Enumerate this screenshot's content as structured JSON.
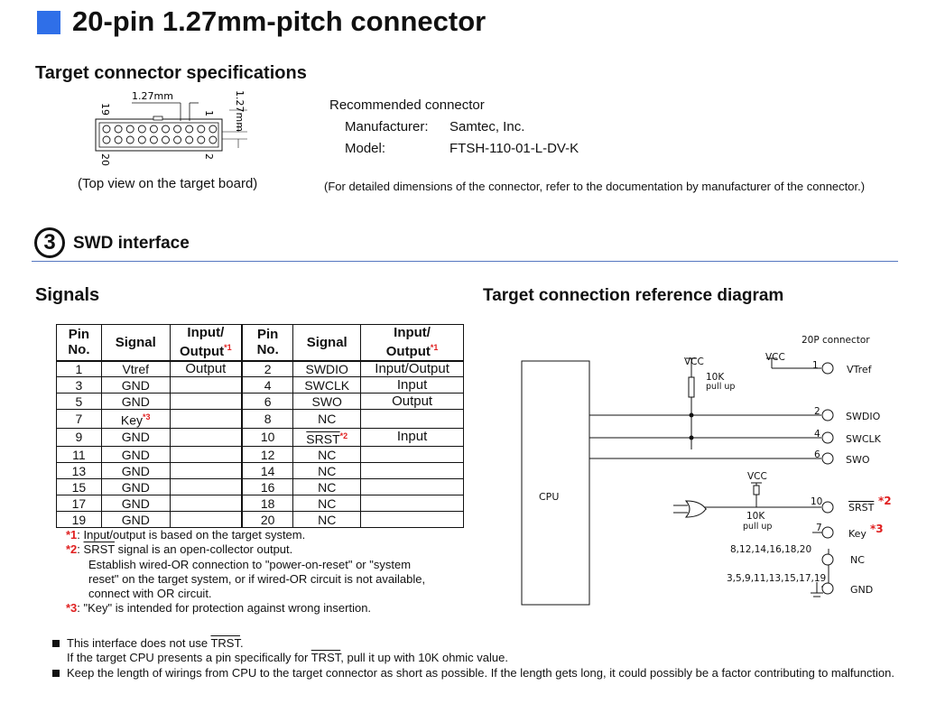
{
  "page_title": "20-pin 1.27mm-pitch connector",
  "spec": {
    "heading": "Target connector specifications",
    "pitch_h": "1.27mm",
    "pitch_v": "1.27mm",
    "pin19": "19",
    "pin1": "1",
    "pin20": "20",
    "pin2": "2",
    "top_view": "(Top view on the target board)",
    "recommended": "Recommended connector",
    "manufacturer_label": "Manufacturer:",
    "manufacturer_value": "Samtec, Inc.",
    "model_label": "Model:",
    "model_value": "FTSH-110-01-L-DV-K",
    "note": "(For detailed dimensions of the connector, refer to the documentation by manufacturer of the connector.)"
  },
  "section": {
    "number": "3",
    "title": "SWD interface"
  },
  "signals": {
    "heading": "Signals",
    "col_pin1": "Pin",
    "col_no1": "No.",
    "col_signal": "Signal",
    "col_io1": "Input/",
    "col_io2": "Output",
    "star1": "*1",
    "rows": [
      {
        "pa": "1",
        "sa": "Vtref",
        "ioa": "Output",
        "pb": "2",
        "sb": "SWDIO",
        "iob": "Input/Output"
      },
      {
        "pa": "3",
        "sa": "GND",
        "ioa": "",
        "pb": "4",
        "sb": "SWCLK",
        "iob": "Input"
      },
      {
        "pa": "5",
        "sa": "GND",
        "ioa": "",
        "pb": "6",
        "sb": "SWO",
        "iob": "Output"
      },
      {
        "pa": "7",
        "sa": "Key",
        "ioa": "",
        "pb": "8",
        "sb": "NC",
        "iob": ""
      },
      {
        "pa": "9",
        "sa": "GND",
        "ioa": "",
        "pb": "10",
        "sb": "SRST",
        "iob": "Input"
      },
      {
        "pa": "11",
        "sa": "GND",
        "ioa": "",
        "pb": "12",
        "sb": "NC",
        "iob": ""
      },
      {
        "pa": "13",
        "sa": "GND",
        "ioa": "",
        "pb": "14",
        "sb": "NC",
        "iob": ""
      },
      {
        "pa": "15",
        "sa": "GND",
        "ioa": "",
        "pb": "16",
        "sb": "NC",
        "iob": ""
      },
      {
        "pa": "17",
        "sa": "GND",
        "ioa": "",
        "pb": "18",
        "sb": "NC",
        "iob": ""
      },
      {
        "pa": "19",
        "sa": "GND",
        "ioa": "",
        "pb": "20",
        "sb": "NC",
        "iob": ""
      }
    ],
    "key_star": "*3",
    "srst_star": "*2"
  },
  "notes": {
    "n1_mark": "*1",
    "n1_text": ": Input/output is based on the target system.",
    "n2_mark": "*2",
    "n2_srst": "SRST",
    "n2_text": "  signal is an open-collector output.",
    "n2_line2": "Establish wired-OR connection to \"power-on-reset\" or \"system",
    "n2_line3": "reset\" on the target system, or if wired-OR circuit is not available,",
    "n2_line4": "connect with OR circuit.",
    "n3_mark": "*3",
    "n3_text": ": \"Key\" is intended for protection against wrong insertion."
  },
  "bullets": {
    "b1_pre": "This interface does not use ",
    "b1_trst": "TRST",
    "b1_post": ".",
    "b1_line2_pre": "If the target CPU presents a pin specifically for ",
    "b1_line2_trst": "TRST",
    "b1_line2_post": ", pull it up with 10K ohmic value.",
    "b2": "Keep the length of wirings from CPU to the target connector as short as possible. If the length gets long, it could possibly be a factor contributing to malfunction."
  },
  "diagram": {
    "heading": "Target connection reference diagram",
    "connector": "20P connector",
    "cpu": "CPU",
    "vcc": "VCC",
    "r10k": "10K",
    "pullup": "pull up",
    "pins": {
      "p1": "1",
      "p2": "2",
      "p4": "4",
      "p6": "6",
      "p10": "10",
      "p7": "7"
    },
    "labels": {
      "vtref": "VTref",
      "swdio": "SWDIO",
      "swclk": "SWCLK",
      "swo": "SWO",
      "srst": "SRST",
      "key": "Key",
      "nc": "NC",
      "gnd": "GND",
      "nc_pins": "8,12,14,16,18,20",
      "gnd_pins": "3,5,9,11,13,15,17,19"
    },
    "star2": "*2",
    "star3": "*3",
    "accent": "#e02020"
  }
}
